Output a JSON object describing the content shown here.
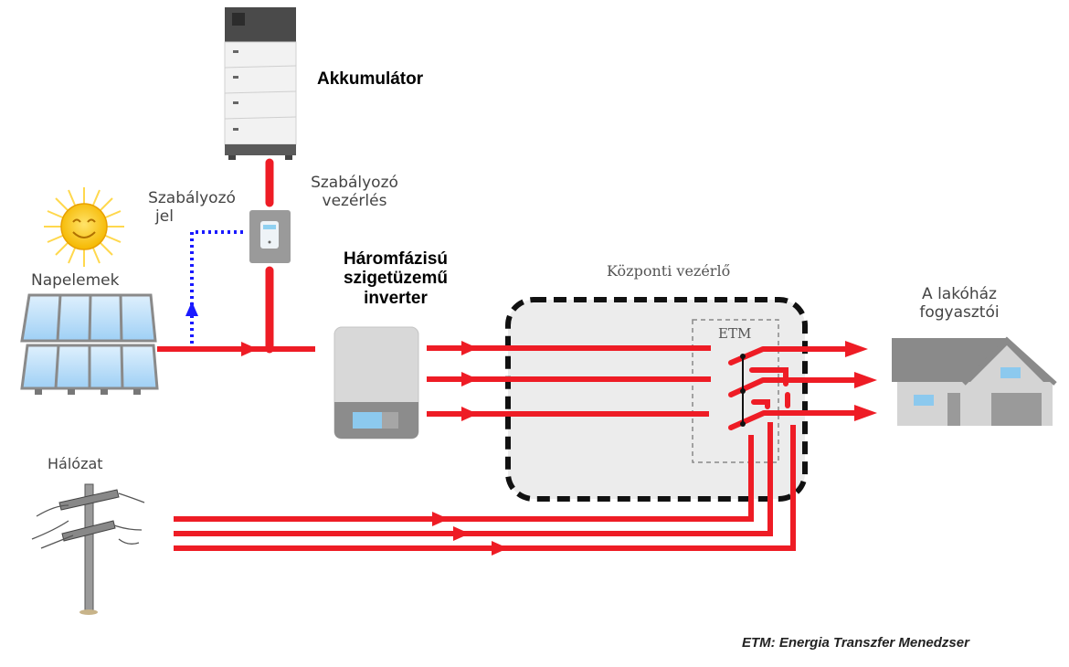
{
  "labels": {
    "battery": "Akkumulátor",
    "control_signal_line1": "Szabályozó",
    "control_signal_line2": "jel",
    "control_unit_line1": "Szabályozó",
    "control_unit_line2": "vezérlés",
    "solar": "Napelemek",
    "inverter_line1": "Háromfázisú",
    "inverter_line2": "szigetüzemű",
    "inverter_line3": "inverter",
    "central_controller": "Központi vezérlő",
    "etm": "ETM",
    "house_line1": "A lakóház",
    "house_line2": "fogyasztói",
    "grid": "Hálózat",
    "footnote": "ETM: Energia Transzfer Menedzser"
  },
  "colors": {
    "power_line": "#ee1c25",
    "signal_line": "#1a1aff",
    "controller_border": "#111111",
    "controller_fill": "#ececec",
    "device_gray": "#9a9a9a"
  }
}
